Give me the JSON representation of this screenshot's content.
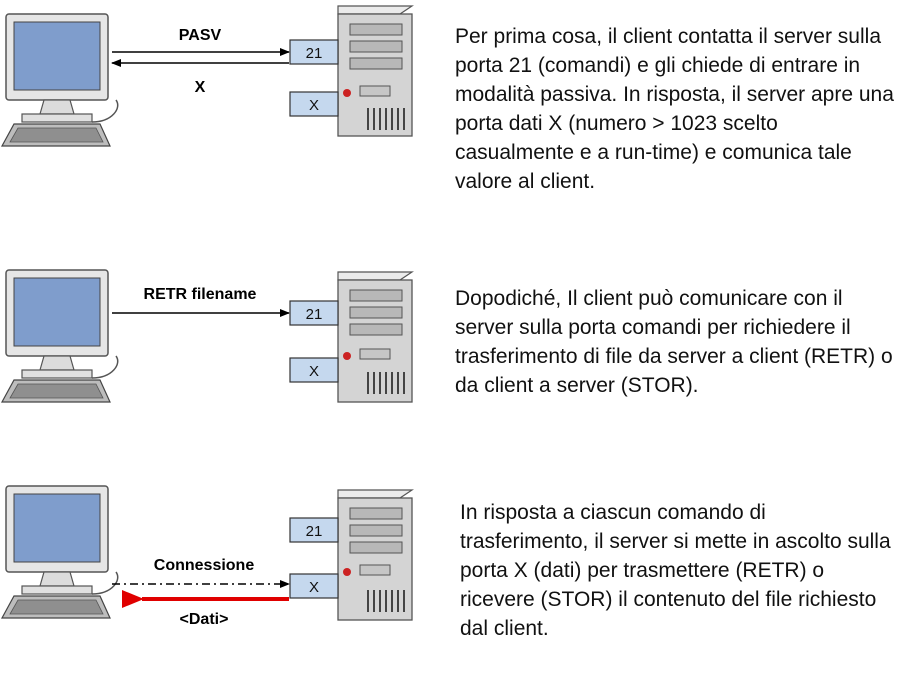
{
  "steps": [
    {
      "labels": {
        "top": "PASV",
        "bottom": "X"
      },
      "ports": {
        "command": "21",
        "data": "X"
      },
      "text": "Per prima cosa, il client contatta il server sulla porta 21 (comandi) e gli chiede di entrare in modalità passiva. In risposta, il server apre una porta dati X (numero > 1023 scelto casualmente e a run-time) e comunica tale valore al client."
    },
    {
      "labels": {
        "top": "RETR filename"
      },
      "ports": {
        "command": "21",
        "data": "X"
      },
      "text": "Dopodiché, Il client può comunicare con il server sulla porta comandi per richiedere il trasferimento di file da server a client (RETR) o da client a server (STOR)."
    },
    {
      "labels": {
        "top": "Connessione",
        "bottom": "<Dati>"
      },
      "ports": {
        "command": "21",
        "data": "X"
      },
      "text": "In risposta a ciascun comando di trasferimento, il server si mette in ascolto sulla porta X (dati) per trasmettere (RETR) o ricevere (STOR) il contenuto del file richiesto dal client."
    }
  ],
  "colors": {
    "screen": "#7f9dcc",
    "monitor_body": "#e6e6e6",
    "port_box": "#c5d8ee",
    "data_arrow": "#e00000",
    "led": "#cc2222"
  }
}
